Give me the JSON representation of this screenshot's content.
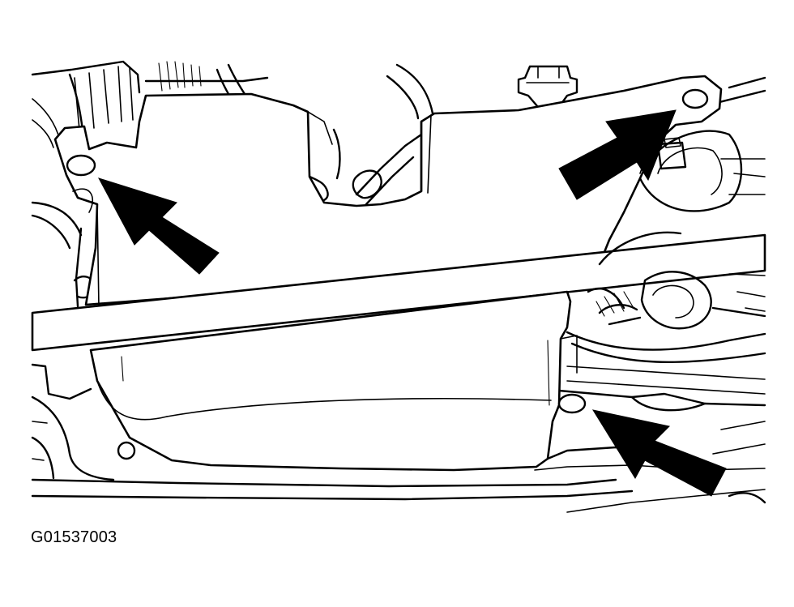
{
  "figure": {
    "code": "G01537003",
    "callouts": [
      {
        "id": "left-bolt",
        "label": ""
      },
      {
        "id": "right-bolt",
        "label": ""
      },
      {
        "id": "lower-bolt",
        "label": ""
      }
    ],
    "colors": {
      "ink": "#000000",
      "paper": "#ffffff"
    }
  }
}
